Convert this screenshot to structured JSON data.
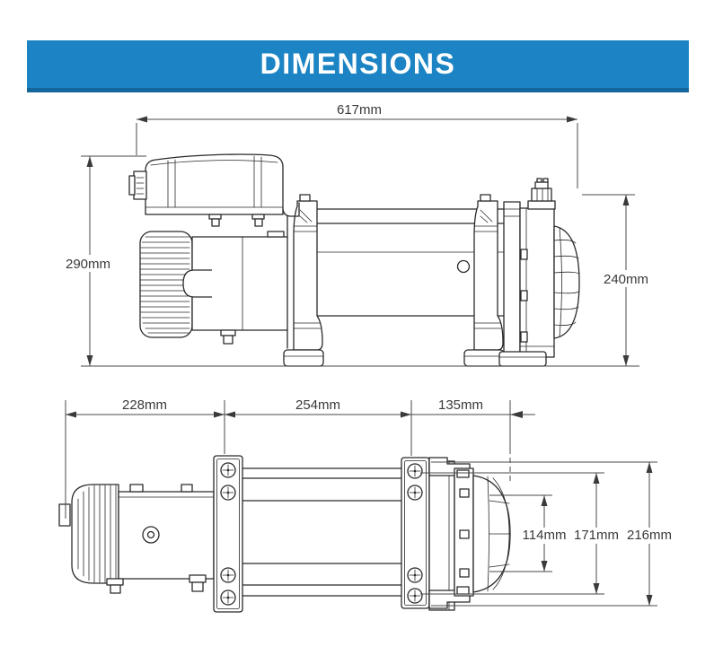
{
  "banner": {
    "title": "DIMENSIONS",
    "bg_color": "#1c84c4",
    "edge_color": "#15679b",
    "text_color": "#ffffff"
  },
  "side_view": {
    "overall_length": "617mm",
    "overall_height": "290mm",
    "gearbox_height": "240mm"
  },
  "plan_view": {
    "motor_length": "228mm",
    "drum_length": "254mm",
    "gearbox_length": "135mm",
    "inner_width": "114mm",
    "mid_width": "171mm",
    "overall_width": "216mm"
  },
  "drawing": {
    "line_color": "#2b292a",
    "dim_text_color": "#3b393b"
  }
}
